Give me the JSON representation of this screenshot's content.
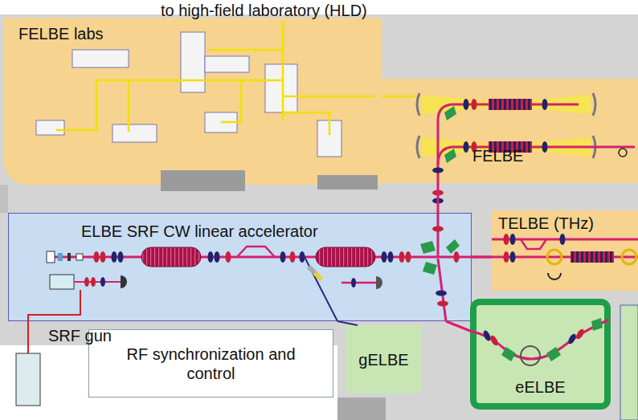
{
  "diagram": {
    "nodes": [
      {
        "text": [
          "FELBE labs"
        ]
      },
      {
        "text": [
          "FELBE"
        ]
      },
      {
        "text": [
          "ELBE SRF CW linear accelerator"
        ]
      },
      {
        "text": [
          "TELBE (THz)"
        ]
      },
      {
        "text": [
          "RF synchronization and control"
        ]
      },
      {
        "text": [
          "gELBE"
        ]
      },
      {
        "text": [
          "eELBE"
        ]
      }
    ],
    "edges": [
      {
        "from": 2,
        "to": 1,
        "arrow": "none"
      },
      {
        "from": 2,
        "to": 3,
        "arrow": "none"
      },
      {
        "from": 2,
        "to": 6,
        "arrow": "none"
      },
      {
        "from": 2,
        "to": 5,
        "arrow": "none"
      },
      {
        "from": 1,
        "to": 0,
        "arrow": "none"
      }
    ],
    "labels": [
      "to high-field laboratory (HLD)",
      "SRF gun"
    ]
  }
}
